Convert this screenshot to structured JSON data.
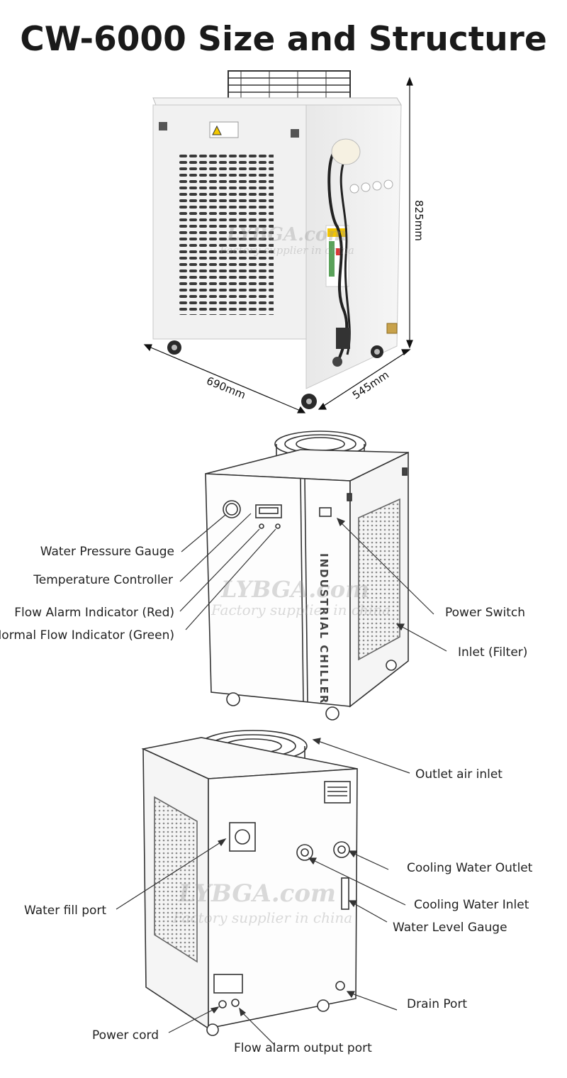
{
  "title": "CW-6000 Size and Structure",
  "dimensions": {
    "height": "825mm",
    "length": "690mm",
    "width": "545mm"
  },
  "front_labels": {
    "water_pressure_gauge": "Water Pressure Gauge",
    "temperature_controller": "Temperature Controller",
    "flow_alarm_indicator": "Flow Alarm Indicator (Red)",
    "normal_flow_indicator": "Normal Flow Indicator (Green)",
    "power_switch": "Power Switch",
    "inlet_filter": "Inlet (Filter)",
    "side_text": "INDUSTRIAL CHILLER"
  },
  "back_labels": {
    "outlet_air_inlet": "Outlet air inlet",
    "cooling_water_outlet": "Cooling Water Outlet",
    "cooling_water_inlet": "Cooling Water Inlet",
    "water_level_gauge": "Water Level Gauge",
    "water_fill_port": "Water fill port",
    "drain_port": "Drain Port",
    "power_cord": "Power cord",
    "flow_alarm_output_port": "Flow alarm output port"
  },
  "watermark": {
    "brand": "LYBGA.com",
    "tagline": "Factory supplier in china"
  }
}
